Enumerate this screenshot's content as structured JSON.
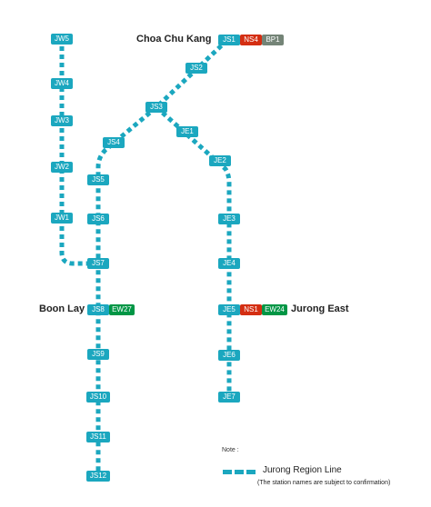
{
  "colors": {
    "jurong_region_line": "#1ba7bf",
    "north_south_line": "#d42e12",
    "east_west_line": "#009645",
    "bukit_panjang_lrt": "#748477"
  },
  "interchanges": {
    "choa_chu_kang": "Choa Chu Kang",
    "boon_lay": "Boon Lay",
    "jurong_east": "Jurong East"
  },
  "stations": {
    "jw5": "JW5",
    "jw4": "JW4",
    "jw3": "JW3",
    "jw2": "JW2",
    "jw1": "JW1",
    "js1": "JS1",
    "js2": "JS2",
    "js3": "JS3",
    "js4": "JS4",
    "js5": "JS5",
    "js6": "JS6",
    "js7": "JS7",
    "js8": "JS8",
    "js9": "JS9",
    "js10": "JS10",
    "js11": "JS11",
    "js12": "JS12",
    "je1": "JE1",
    "je2": "JE2",
    "je3": "JE3",
    "je4": "JE4",
    "je5": "JE5",
    "je6": "JE6",
    "je7": "JE7",
    "ns4": "NS4",
    "bp1": "BP1",
    "ew27": "EW27",
    "ns1": "NS1",
    "ew24": "EW24"
  },
  "note": {
    "title": "Note :",
    "legend_label": "Jurong Region Line",
    "subtext": "(The station names are subject to confirmation)"
  }
}
